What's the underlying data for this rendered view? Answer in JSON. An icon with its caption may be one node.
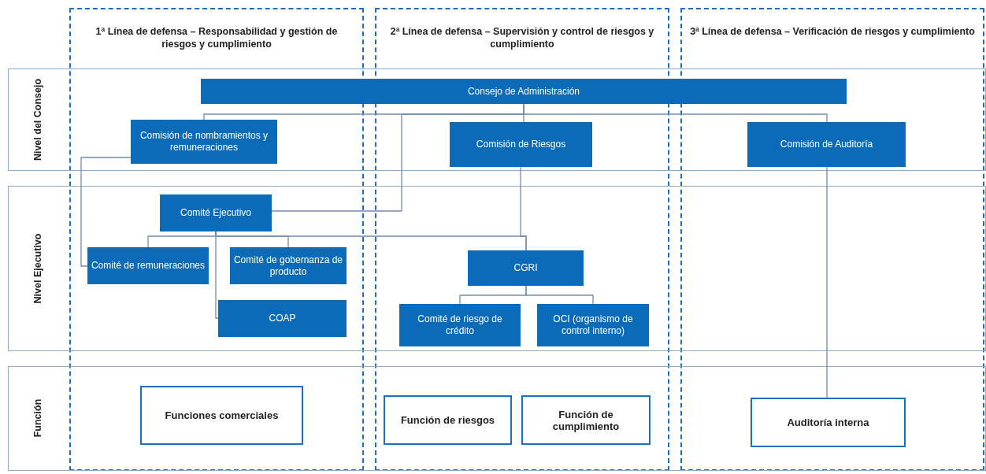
{
  "diagram": {
    "nodes": [
      {
        "text": [
          "Consejo de Administración"
        ]
      },
      {
        "text": [
          "Comisión de nombramientos y remuneraciones"
        ]
      },
      {
        "text": [
          "Comisión de Riesgos"
        ]
      },
      {
        "text": [
          "Comisión de Auditoría"
        ]
      },
      {
        "text": [
          "Comité Ejecutivo"
        ]
      },
      {
        "text": [
          "Comité de remuneraciones"
        ]
      },
      {
        "text": [
          "Comité de gobernanza de producto"
        ]
      },
      {
        "text": [
          "COAP"
        ]
      },
      {
        "text": [
          "CGRI"
        ]
      },
      {
        "text": [
          "Comité de riesgo de crédito"
        ]
      },
      {
        "text": [
          "OCI (organismo de control interno)"
        ]
      },
      {
        "text": [
          "Funciones comerciales"
        ]
      },
      {
        "text": [
          "Función de riesgos"
        ]
      },
      {
        "text": [
          "Función de cumplimiento"
        ]
      },
      {
        "text": [
          "Auditoría interna"
        ]
      }
    ],
    "edges": [
      {
        "from": 0,
        "to": 1,
        "arrow": "none"
      },
      {
        "from": 0,
        "to": 2,
        "arrow": "none"
      },
      {
        "from": 0,
        "to": 3,
        "arrow": "none"
      },
      {
        "from": 0,
        "to": 4,
        "arrow": "none"
      },
      {
        "from": 1,
        "to": 5,
        "arrow": "none"
      },
      {
        "from": 4,
        "to": 5,
        "arrow": "none"
      },
      {
        "from": 4,
        "to": 6,
        "arrow": "none"
      },
      {
        "from": 4,
        "to": 7,
        "arrow": "none"
      },
      {
        "from": 4,
        "to": 8,
        "arrow": "none"
      },
      {
        "from": 2,
        "to": 8,
        "arrow": "none"
      },
      {
        "from": 8,
        "to": 9,
        "arrow": "none"
      },
      {
        "from": 8,
        "to": 10,
        "arrow": "none"
      },
      {
        "from": 3,
        "to": 14,
        "arrow": "none"
      }
    ],
    "labels": [
      "1ª Línea de defensa – Responsabilidad y gestión de riesgos y cumplimiento",
      "2ª Línea de defensa – Supervisión y control de riesgos y cumplimiento",
      "3ª Línea de defensa – Verificación de riesgos y cumplimiento",
      "Nivel del Consejo",
      "Nivel Ejecutivo",
      "Función"
    ]
  }
}
